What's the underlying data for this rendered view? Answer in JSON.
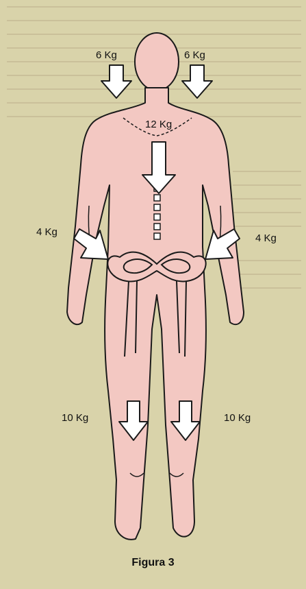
{
  "figure": {
    "caption": "Figura 3",
    "colors": {
      "page": "#d9d3aa",
      "body_fill": "#f3c8c2",
      "outline": "#1a1a1a",
      "arrow_fill": "#ffffff",
      "background_text": "#b9ae88"
    }
  },
  "weights": {
    "left_shoulder": "6 Kg",
    "right_shoulder": "6 Kg",
    "spine": "12 Kg",
    "left_arm": "4 Kg",
    "right_arm": "4 Kg",
    "left_leg": "10 Kg",
    "right_leg": "10 Kg"
  },
  "icons": [
    "down-arrow-icon",
    "diagonal-arrow-icon",
    "vertebrae-icon",
    "pelvis-icon"
  ]
}
